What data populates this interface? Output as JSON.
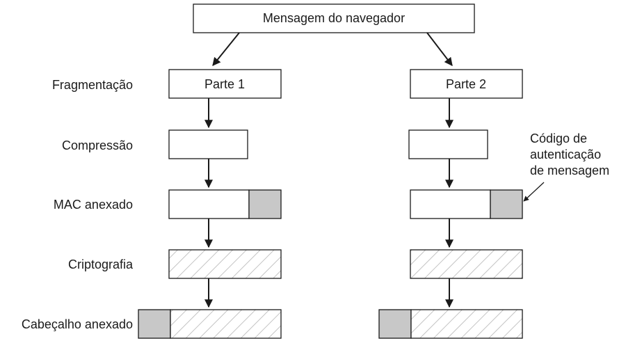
{
  "title": "Mensagem do navegador",
  "parts": {
    "part1": "Parte 1",
    "part2": "Parte 2"
  },
  "stages": [
    "Fragmentação",
    "Compressão",
    "MAC anexado",
    "Criptografia",
    "Cabeçalho anexado"
  ],
  "annotation": [
    "Código de",
    "autenticação",
    "de mensagem"
  ],
  "colors": {
    "mac": "#c8c8c8",
    "header": "#c8c8c8",
    "stroke": "#1a1a1a"
  }
}
